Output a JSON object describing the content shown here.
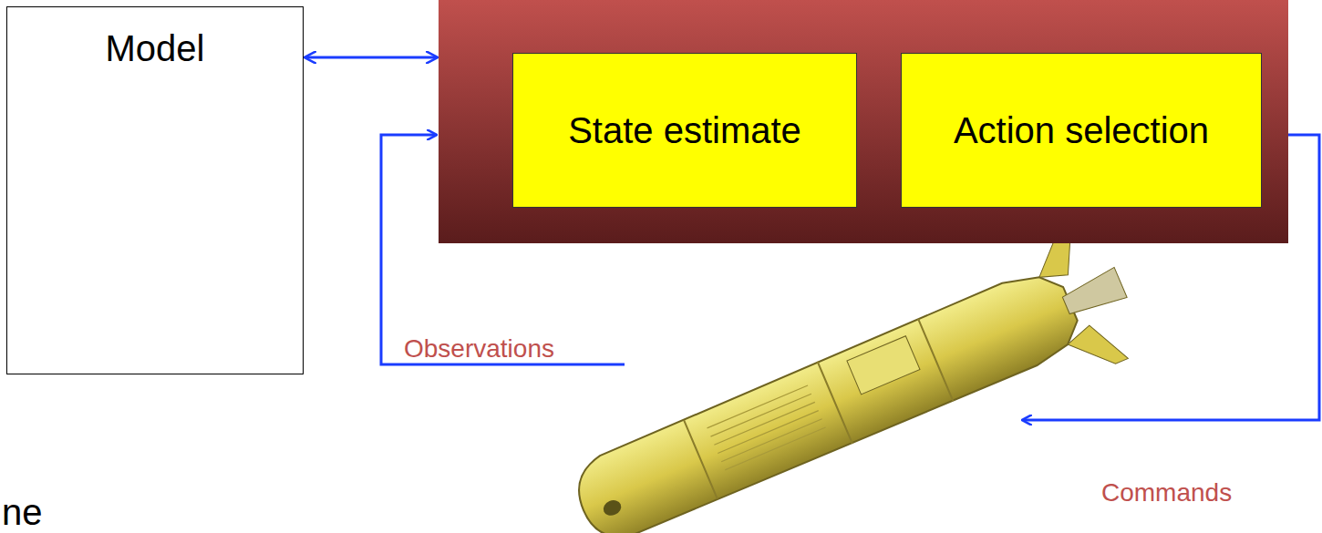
{
  "diagram": {
    "nodes": [
      {
        "text": [
          "Model"
        ]
      },
      {
        "text": []
      },
      {
        "text": [
          "State estimate"
        ],
        "in": 1
      },
      {
        "text": [
          "Action selection"
        ],
        "in": 1
      }
    ],
    "edges": [
      {
        "from": 0,
        "to": 1,
        "arrow": "both"
      }
    ],
    "labels": [
      "Observations",
      "Commands",
      "ne"
    ]
  }
}
